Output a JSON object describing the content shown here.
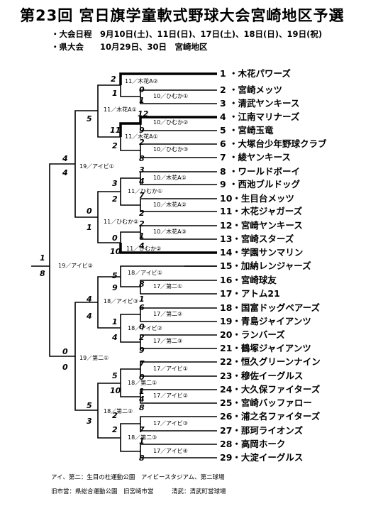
{
  "title": "第23回 宮日旗学童軟式野球大会宮崎地区予選",
  "schedule": {
    "line1": "・大会日程　9月10日(土)、11日(日)、17日(土)、18日(日)、19日(祝)",
    "line2": "・県大会　　10月29日、30日　宮崎地区"
  },
  "teams": [
    "1 ・木花パワーズ",
    "2 ・宮崎メッツ",
    "3 ・清武ヤンキース",
    "4 ・江南マリナーズ",
    "5 ・宮崎玉竜",
    "6 ・大塚台少年野球クラブ",
    "7 ・綾ヤンキース",
    "8 ・ワールドボーイ",
    "9 ・西池ブルドッグ",
    "10・生目台メッツ",
    "11・木花ジャガーズ",
    "12・宮崎ヤンキース",
    "13・宮崎スターズ",
    "14・学園サンマリン",
    "15・加納レンジャーズ",
    "16・宮崎球友",
    "17・アトム21",
    "18・国富ドッグベアーズ",
    "19・青島ジャイアンツ",
    "20・ランバーズ",
    "21・鶴塚ジャイアンツ",
    "22・恒久グリーンナイン",
    "23・穆佐イーグルス",
    "24・大久保ファイターズ",
    "25・宮崎バッファロー",
    "26・浦之名ファイターズ",
    "27・那珂ライオンズ",
    "28・高岡ホーク",
    "29・大淀イーグルス"
  ],
  "venues": [
    "11／木花A②",
    "10／ひむか①",
    "11／木花A①",
    "10／ひむか②",
    "11／木花A①",
    "10／ひむか③",
    "19／アイビ①",
    "10／木花A①",
    "11／ひむか①",
    "10／木花A②",
    "11／ひむか②",
    "10／木花A③",
    "11／ひむか②",
    "19／アイビ②",
    "18／アイビ①",
    "17／第二①",
    "18／アイビ③",
    "17／第二②",
    "18／アイビ②",
    "17／第二③",
    "19／第二①",
    "17／アイビ①",
    "18／第二①",
    "17／アイビ②",
    "18／第二②",
    "17／アイビ③",
    "18／第二③",
    "17／アイビ④"
  ],
  "scores": [
    "2",
    "1",
    "0",
    "1",
    "5",
    "12",
    "9",
    "11",
    "2",
    "2",
    "8",
    "3",
    "4",
    "3",
    "7",
    "2",
    "2",
    "0",
    "2",
    "1",
    "0",
    "10",
    "1",
    "4",
    "5",
    "9",
    "8",
    "4",
    "1",
    "6",
    "1",
    "0",
    "4",
    "4",
    "2",
    "9",
    "7",
    "5",
    "0",
    "10",
    "1",
    "4",
    "8",
    "2",
    "7",
    "5",
    "2",
    "3",
    "1",
    "8",
    "4",
    "0"
  ],
  "footer": {
    "line1": "アイ、第二：生目の杜運動公園　アイビースタジアム、第二球場",
    "line2": "旧市営：県総合運動公園　旧宮崎市営　　　清武：清武町営球場"
  }
}
